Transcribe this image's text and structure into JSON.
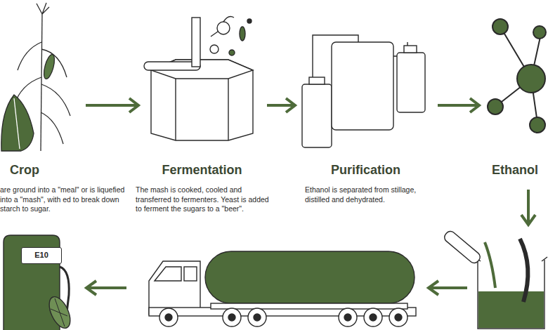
{
  "diagram": {
    "nodes": [
      {
        "text": [
          "Crop",
          "are ground into a \"meal\" or is liquefied into a \"mash\", with ed to break down starch to sugar."
        ]
      },
      {
        "text": [
          "Fermentation",
          "The mash is cooked, cooled and transferred to fermenters. Yeast is added to ferment the sugars to a \"beer\"."
        ]
      },
      {
        "text": [
          "Purification",
          "Ethanol is separated from stillage, distilled and dehydrated."
        ]
      },
      {
        "text": [
          "Ethanol"
        ]
      },
      {
        "text": [
          "E10"
        ]
      }
    ],
    "edges": [
      {
        "from": 0,
        "to": 1,
        "arrow": "to"
      },
      {
        "from": 1,
        "to": 2,
        "arrow": "to"
      },
      {
        "from": 2,
        "to": 3,
        "arrow": "to"
      }
    ]
  }
}
